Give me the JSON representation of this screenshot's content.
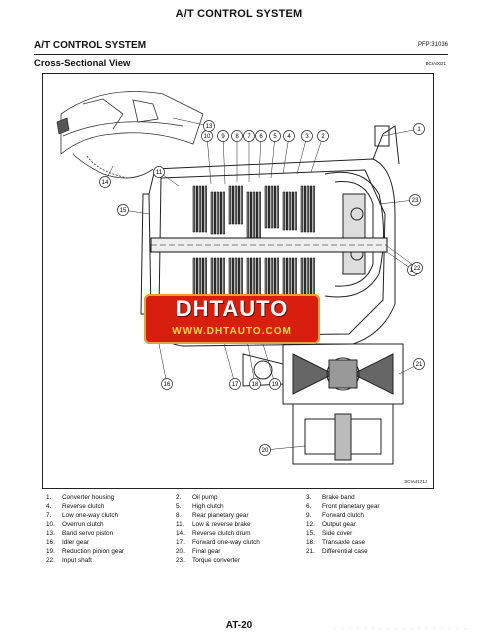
{
  "page": {
    "header_title": "A/T CONTROL SYSTEM",
    "section_title": "A/T CONTROL SYSTEM",
    "section_code": "PFP:31036",
    "subtitle": "Cross-Sectional View",
    "figure_code": "BCIA0021",
    "figure_corner_code": "SCIA4171J",
    "page_number": "AT-20"
  },
  "watermark": {
    "logo": "DHTAUTO",
    "url": "WWW.DHTAUTO.COM"
  },
  "callouts": [
    "1",
    "2",
    "3",
    "4",
    "5",
    "6",
    "7",
    "8",
    "9",
    "10",
    "11",
    "12",
    "13",
    "14",
    "15",
    "16",
    "17",
    "18",
    "19",
    "20",
    "21",
    "22",
    "23"
  ],
  "legend": [
    {
      "num": "1.",
      "label": "Converter housing"
    },
    {
      "num": "2.",
      "label": "Oil pump"
    },
    {
      "num": "3.",
      "label": "Brake band"
    },
    {
      "num": "4.",
      "label": "Reverse clutch"
    },
    {
      "num": "5.",
      "label": "High clutch"
    },
    {
      "num": "6.",
      "label": "Front planetary gear"
    },
    {
      "num": "7.",
      "label": "Low one-way clutch"
    },
    {
      "num": "8.",
      "label": "Rear planetary gear"
    },
    {
      "num": "9.",
      "label": "Forward clutch"
    },
    {
      "num": "10.",
      "label": "Overrun clutch"
    },
    {
      "num": "11.",
      "label": "Low & reverse brake"
    },
    {
      "num": "12.",
      "label": "Output gear"
    },
    {
      "num": "13.",
      "label": "Band servo piston"
    },
    {
      "num": "14.",
      "label": "Reverse clutch drum"
    },
    {
      "num": "15.",
      "label": "Side cover"
    },
    {
      "num": "16.",
      "label": "Idler gear"
    },
    {
      "num": "17.",
      "label": "Forward one-way clutch"
    },
    {
      "num": "18.",
      "label": "Transaxle case"
    },
    {
      "num": "19.",
      "label": "Reduction pinion gear"
    },
    {
      "num": "20.",
      "label": "Final gear"
    },
    {
      "num": "21.",
      "label": "Differential case"
    },
    {
      "num": "22.",
      "label": "Input shaft"
    },
    {
      "num": "23.",
      "label": "Torque converter"
    }
  ]
}
